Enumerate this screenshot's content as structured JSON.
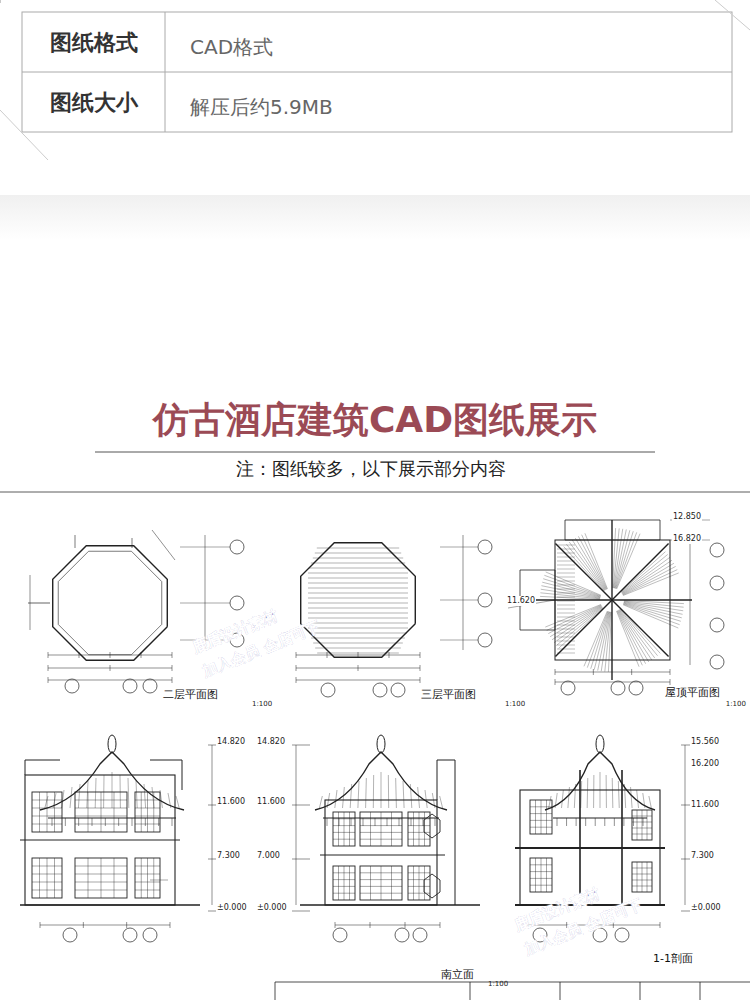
{
  "diagram": {
    "title": "仿古酒店建筑CAD图纸展示",
    "labels": [
      "图纸格式",
      "CAD格式",
      "图纸大小",
      "解压后约5.9MB",
      "注：图纸较多，以下展示部分内容",
      "二层平面图",
      "1:100",
      "三层平面图",
      "1:100",
      "屋顶平面图",
      "1:100",
      "12.850",
      "16.820",
      "11.620",
      "14.820",
      "11.600",
      "7.300",
      "±0.000",
      "14.820",
      "11.600",
      "7.000",
      "±0.000",
      "15.560",
      "16.200",
      "11.600",
      "7.300",
      "±0.000",
      "南立面",
      "1:100",
      "1-1剖面",
      "鹿盾设计素材",
      "加入会员 全店可下",
      "鹿盾设计素材",
      "加入会员 全店可下"
    ]
  }
}
